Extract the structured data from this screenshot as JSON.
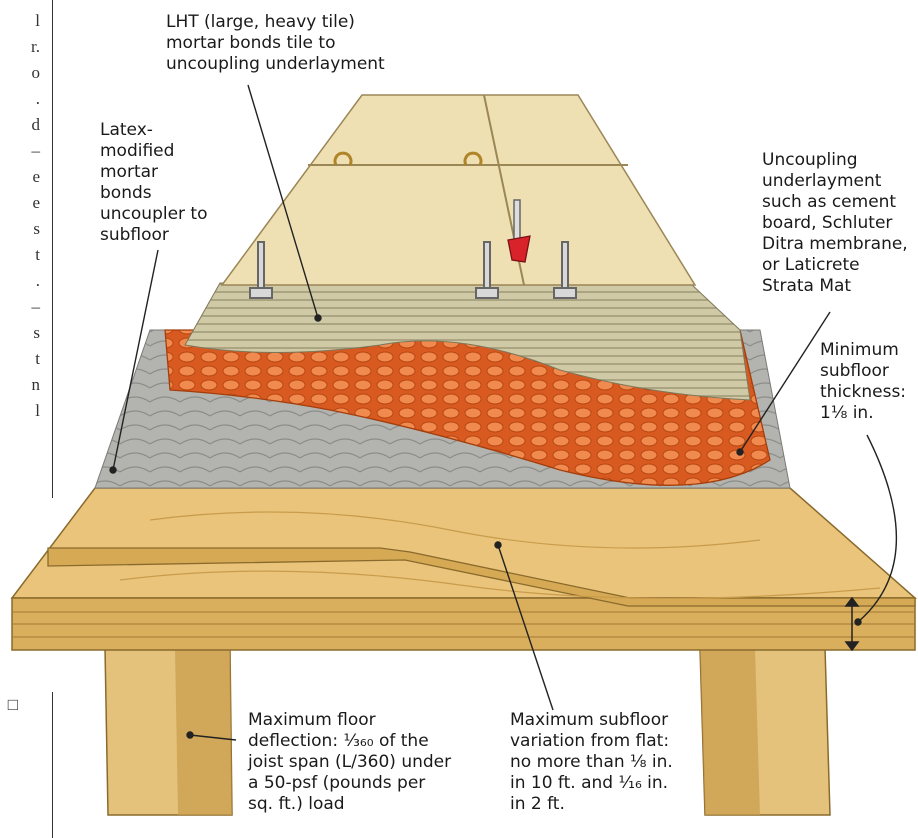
{
  "labels": {
    "lht_mortar": "LHT (large, heavy tile)\nmortar bonds tile to\nuncoupling underlayment",
    "latex_mortar": "Latex-\nmodified\nmortar\nbonds\nuncoupler to\nsubfloor",
    "uncoupling_underlayment": "Uncoupling\nunderlayment\nsuch as cement\nboard, Schluter\nDitra membrane,\nor Laticrete\nStrata Mat",
    "min_subfloor": "Minimum\nsubfloor\nthickness:\n1⅛ in.",
    "max_deflection": "Maximum floor\ndeflection: ¹⁄₃₆₀ of the\njoist span (L/360) under\na 50-psf (pounds per\nsq. ft.) load",
    "max_variation": "Maximum subfloor\nvariation from flat:\nno more than ⅛ in.\nin 10 ft. and ¹⁄₁₆ in.\nin 2 ft."
  },
  "edge_fragments": [
    "l",
    "r.",
    "o",
    ".",
    "d",
    "–",
    "e",
    "e",
    "s",
    "t",
    ".",
    "–",
    "s",
    "t",
    "n",
    "l"
  ],
  "edge_box": "□",
  "colors": {
    "tile": "#efe0b4",
    "tile_shadow": "#d9c48c",
    "ridged_mortar": "#c7c2a0",
    "gray_mortar": "#a9aaa6",
    "membrane": "#e0672c",
    "membrane_dot": "#f08a4e",
    "plywood": "#e9c47a",
    "plywood_grain": "#c99c4c",
    "joist": "#e4c27c",
    "spacer": "#d8232a",
    "leader": "#222222"
  },
  "icons": [
    "tile-spacer-icon",
    "wedge-spacer-icon",
    "dimension-arrow-icon"
  ]
}
